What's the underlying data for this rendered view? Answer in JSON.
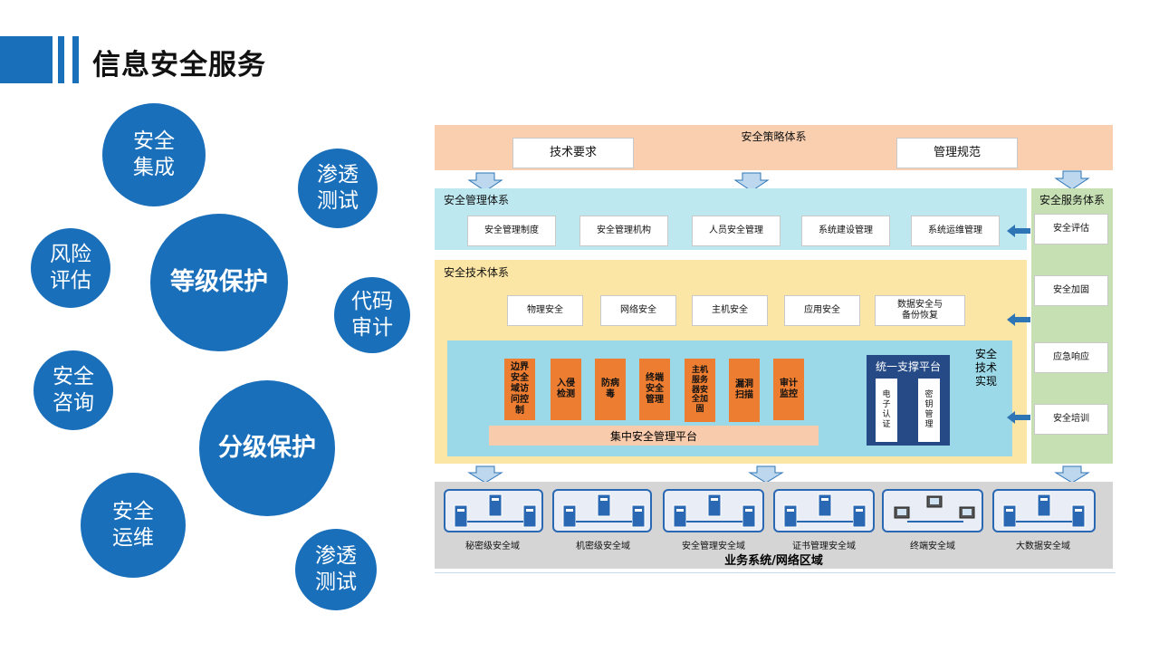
{
  "header": {
    "title": "信息安全服务"
  },
  "circles": {
    "integration": "安全\n集成",
    "pentest_top": "渗透\n测试",
    "risk": "风险\n评估",
    "level_protect": "等级保护",
    "code_audit": "代码\n审计",
    "consult": "安全\n咨询",
    "grade_protect": "分级保护",
    "ops": "安全\n运维",
    "pentest_bottom": "渗透\n测试"
  },
  "diagram": {
    "policy": {
      "title": "安全策略体系",
      "tech_req": "技术要求",
      "mgmt_norm": "管理规范"
    },
    "management": {
      "title": "安全管理体系",
      "items": [
        "安全管理制度",
        "安全管理机构",
        "人员安全管理",
        "系统建设管理",
        "系统运维管理"
      ]
    },
    "technology": {
      "title": "安全技术体系",
      "items": [
        "物理安全",
        "网络安全",
        "主机安全",
        "应用安全",
        "数据安全与\n备份恢复"
      ],
      "impl_label": "安全\n技术\n实现",
      "orange": [
        "边界\n安全\n域访\n问控\n制",
        "入侵\n检测",
        "防病\n毒",
        "终端\n安全\n管理",
        "主机\n服务\n器安\n全加\n固",
        "漏洞\n扫描",
        "审计\n监控"
      ],
      "central_platform": "集中安全管理平台",
      "support_platform": {
        "title": "统一支撑平台",
        "items": [
          "电\n子\n认\n证",
          "密\n钥\n管\n理"
        ]
      }
    },
    "service": {
      "title": "安全服务体系",
      "items": [
        "安全评估",
        "安全加固",
        "应急响应",
        "安全培训"
      ]
    },
    "business": {
      "title": "业务系统/网络区域",
      "zones": [
        "秘密级安全域",
        "机密级安全域",
        "安全管理安全域",
        "证书管理安全域",
        "终端安全域",
        "大数据安全域"
      ]
    }
  },
  "colors": {
    "primary_blue": "#1a6fba",
    "policy_bg": "#f9cfb0",
    "mgmt_bg": "#bde8f0",
    "tech_bg": "#fce6a5",
    "inner_bg": "#9bd9e8",
    "service_bg": "#c6e0b4",
    "orange": "#ed7d31",
    "dark_navy": "#254a86",
    "bottom_bg": "#d5d5d5"
  }
}
